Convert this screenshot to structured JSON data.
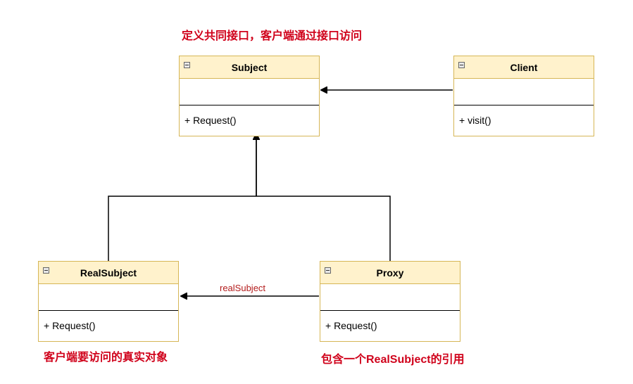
{
  "annotations": {
    "interface_note": "定义共同接口，客户端通过接口访问",
    "real_subject_note": "客户端要访问的真实对象",
    "proxy_note": "包含一个RealSubject的引用"
  },
  "classes": {
    "subject": {
      "name": "Subject",
      "method": "+ Request()"
    },
    "client": {
      "name": "Client",
      "method": "+ visit()"
    },
    "real_subject": {
      "name": "RealSubject",
      "method": "+ Request()"
    },
    "proxy": {
      "name": "Proxy",
      "method": "+ Request()"
    }
  },
  "edges": {
    "proxy_to_real_subject_label": "realSubject"
  },
  "colors": {
    "class_header_fill": "#fff2cc",
    "class_border": "#d6b656",
    "annotation_text": "#d0021b",
    "edge_label_text": "#b31b1b",
    "edge_line": "#000000"
  },
  "icons": {
    "class_collapse": "minus-square-icon"
  }
}
